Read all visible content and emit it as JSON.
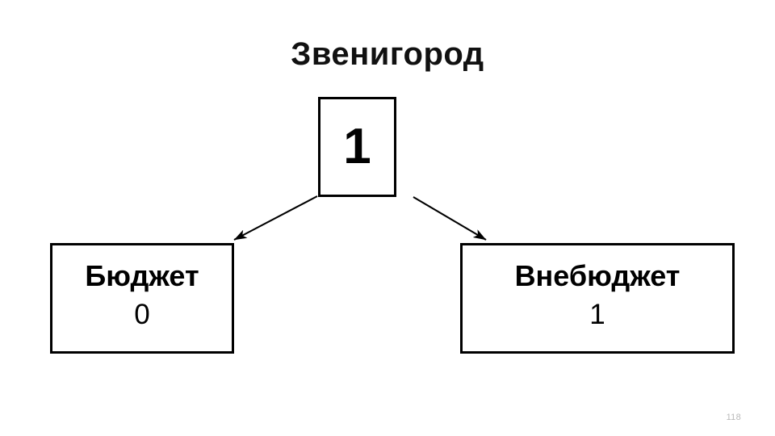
{
  "slide": {
    "title": "Звенигород",
    "background_color": "#ffffff",
    "text_color": "#000000",
    "page_number": "118"
  },
  "diagram": {
    "type": "hierarchy",
    "root": {
      "name": "root-node",
      "value": "1"
    },
    "children": [
      {
        "name": "budget-node",
        "label": "Бюджет",
        "value": "0"
      },
      {
        "name": "extrabudget-node",
        "label": "Внебюджет",
        "value": "1"
      }
    ],
    "connectors": [
      {
        "name": "root-to-budget",
        "from": "root-node",
        "to": "budget-node",
        "style": "solid-arrow",
        "color": "#000000"
      },
      {
        "name": "root-to-extrabudget",
        "from": "root-node",
        "to": "extrabudget-node",
        "style": "solid-arrow",
        "color": "#000000"
      }
    ]
  }
}
